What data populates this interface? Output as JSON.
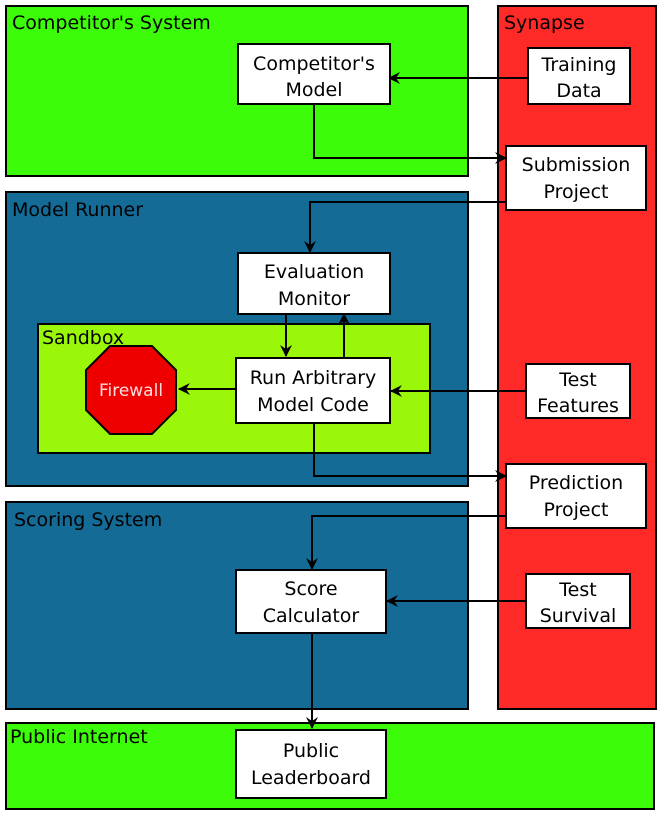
{
  "regions": {
    "competitor_system": "Competitor's System",
    "synapse": "Synapse",
    "model_runner": "Model Runner",
    "sandbox": "Sandbox",
    "scoring_system": "Scoring System",
    "public_internet": "Public Internet"
  },
  "boxes": {
    "competitor_model": [
      "Competitor's",
      "Model"
    ],
    "training_data": [
      "Training",
      "Data"
    ],
    "submission_project": [
      "Submission",
      "Project"
    ],
    "evaluation_monitor": [
      "Evaluation",
      "Monitor"
    ],
    "run_arbitrary_code": [
      "Run Arbitrary",
      "Model Code"
    ],
    "test_features": [
      "Test",
      "Features"
    ],
    "prediction_project": [
      "Prediction",
      "Project"
    ],
    "score_calculator": [
      "Score",
      "Calculator"
    ],
    "test_survival": [
      "Test",
      "Survival"
    ],
    "public_leaderboard": [
      "Public",
      "Leaderboard"
    ]
  },
  "firewall": "Firewall",
  "colors": {
    "bright_green": "#3dfc0a",
    "lime": "#9bf70a",
    "blue": "#136b96",
    "red": "#fd2a27",
    "firewall_red": "#ee0000",
    "box_fill": "#ffffff",
    "stroke": "#000000"
  }
}
